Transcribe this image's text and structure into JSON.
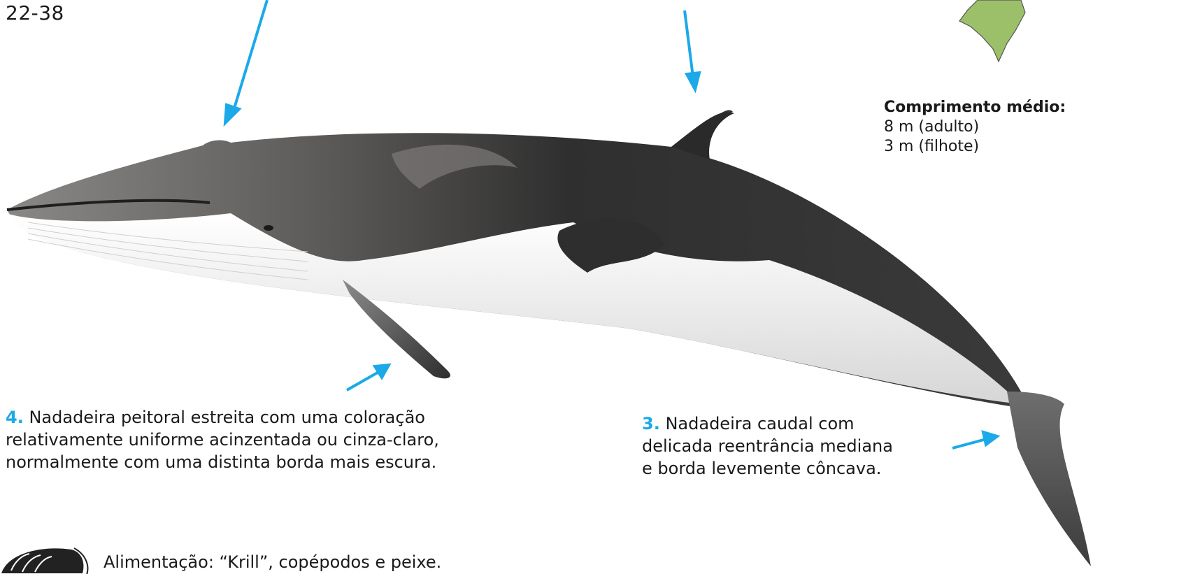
{
  "range_label": "22-38",
  "length": {
    "heading": "Comprimento médio:",
    "adult": "8 m (adulto)",
    "calf": "3 m (filhote)"
  },
  "notes": {
    "pectoral": {
      "number": "4.",
      "line1": "Nadadeira peitoral estreita com uma coloração",
      "line2": "relativamente uniforme acinzentada ou cinza-claro,",
      "line3": "normalmente com uma distinta borda mais escura."
    },
    "caudal": {
      "number": "3.",
      "line1": "Nadadeira caudal com",
      "line2": "delicada reentrância mediana",
      "line3": "e borda levemente côncava."
    }
  },
  "food": "Alimentação: “Krill”, copépodos e peixe.",
  "colors": {
    "arrow": "#1ba9e8",
    "whale_dark": "#2b2b2b",
    "whale_mid": "#5c5a58",
    "belly": "#f4f4f4",
    "map_fill": "#9cbf6a"
  },
  "icons": [
    "map-icon",
    "krill-icon"
  ]
}
